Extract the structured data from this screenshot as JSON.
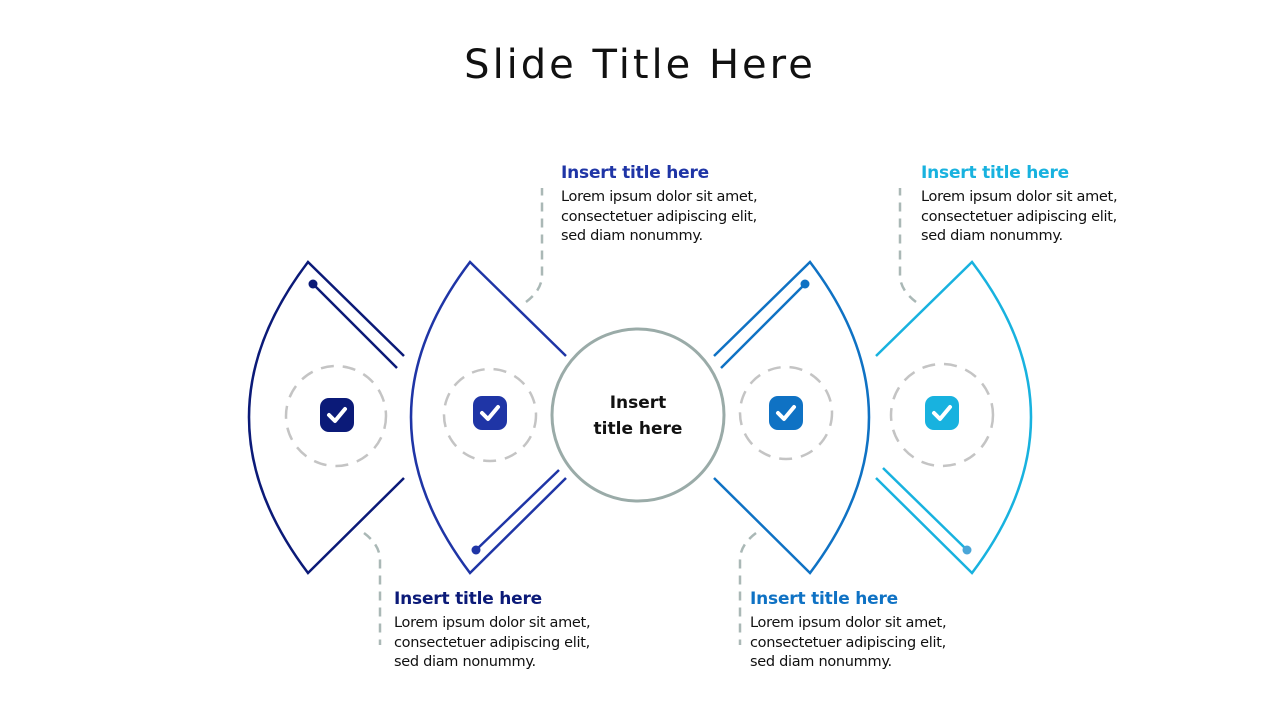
{
  "slide": {
    "title": "Slide Title Here"
  },
  "center": {
    "title_line1": "Insert",
    "title_line2": "title here",
    "stroke_color": "#9aaba8"
  },
  "colors": {
    "step1": "#0b1a78",
    "step2": "#1f35a6",
    "step3": "#0f72c4",
    "step4": "#18b2df",
    "dashed_circle": "#c4c4c4",
    "connector": "#aab8b6",
    "body_text": "#111111"
  },
  "steps": [
    {
      "title": "Insert title here",
      "body_line1": "Lorem ipsum dolor sit amet,",
      "body_line2": "consectetuer adipiscing elit,",
      "body_line3": "sed diam nonummy.",
      "icon": "check-square-icon",
      "callout_position": "bottom"
    },
    {
      "title": "Insert title here",
      "body_line1": "Lorem ipsum dolor sit amet,",
      "body_line2": "consectetuer adipiscing elit,",
      "body_line3": "sed diam nonummy.",
      "icon": "check-square-icon",
      "callout_position": "top"
    },
    {
      "title": "Insert title here",
      "body_line1": "Lorem ipsum dolor sit amet,",
      "body_line2": "consectetuer adipiscing elit,",
      "body_line3": "sed diam nonummy.",
      "icon": "check-square-icon",
      "callout_position": "bottom"
    },
    {
      "title": "Insert title here",
      "body_line1": "Lorem ipsum dolor sit amet,",
      "body_line2": "consectetuer adipiscing elit,",
      "body_line3": "sed diam nonummy.",
      "icon": "check-square-icon",
      "callout_position": "top"
    }
  ]
}
